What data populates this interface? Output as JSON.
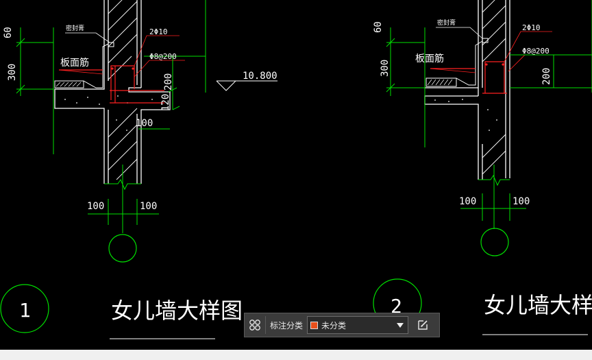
{
  "drawing": {
    "detail1": {
      "sealant_label": "密封膏",
      "rebar_top": "2Φ10",
      "rebar_stirrup": "Φ8@200",
      "slab_rebar": "板面筋",
      "dim_60": "60",
      "dim_300": "300",
      "dim_200": "200",
      "dim_120": "120",
      "dim_100_right": "100",
      "elevation": "10.800",
      "dim_100_a": "100",
      "dim_100_b": "100",
      "number": "1",
      "title": "女儿墙大样图"
    },
    "detail2": {
      "sealant_label": "密封膏",
      "rebar_top": "2Φ10",
      "rebar_stirrup": "Φ8@200",
      "slab_rebar": "板面筋",
      "dim_60": "60",
      "dim_300": "300",
      "dim_200": "200",
      "dim_100_a": "100",
      "dim_100_b": "100",
      "number": "2",
      "title": "女儿墙大样图"
    }
  },
  "toolbar": {
    "label": "标注分类",
    "selected": "未分类",
    "swatch_color": "#e8501c"
  },
  "colors": {
    "wall": "#ffffff",
    "dim": "#00e000",
    "rebar": "#ff2020",
    "leader": "#ff2020"
  }
}
